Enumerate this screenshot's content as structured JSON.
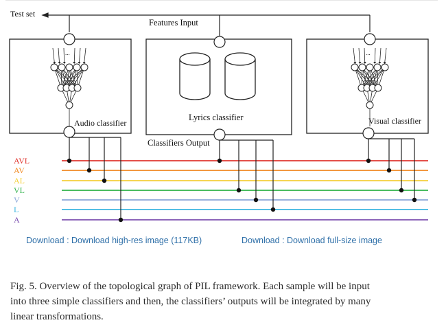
{
  "figure": {
    "labels": {
      "test_set": "Test set",
      "features_input": "Features Input",
      "classifiers_output": "Classifiers Output",
      "audio_classifier": "Audio classifier",
      "lyrics_classifier": "Lyrics classifier",
      "visual_classifier": "Visual classifier",
      "ellipsis": "..."
    },
    "outputs": [
      {
        "label": "AVL",
        "color": "#e0362f"
      },
      {
        "label": "AV",
        "color": "#f08a24"
      },
      {
        "label": "AL",
        "color": "#f4cf3a"
      },
      {
        "label": "VL",
        "color": "#2fb24a"
      },
      {
        "label": "V",
        "color": "#8aa6d8"
      },
      {
        "label": "L",
        "color": "#3bb6e0"
      },
      {
        "label": "A",
        "color": "#7b4fb0"
      }
    ]
  },
  "links": {
    "high_res": "Download : Download high-res image (117KB)",
    "full_size": "Download : Download full-size image",
    "color": "#2e6fa8"
  },
  "caption": {
    "line1": "Fig. 5. Overview of the topological graph of PIL framework. Each sample will be input",
    "line2": "into three simple classifiers and then, the classifiers’ outputs will be integrated by many",
    "line3": "linear transformations."
  }
}
